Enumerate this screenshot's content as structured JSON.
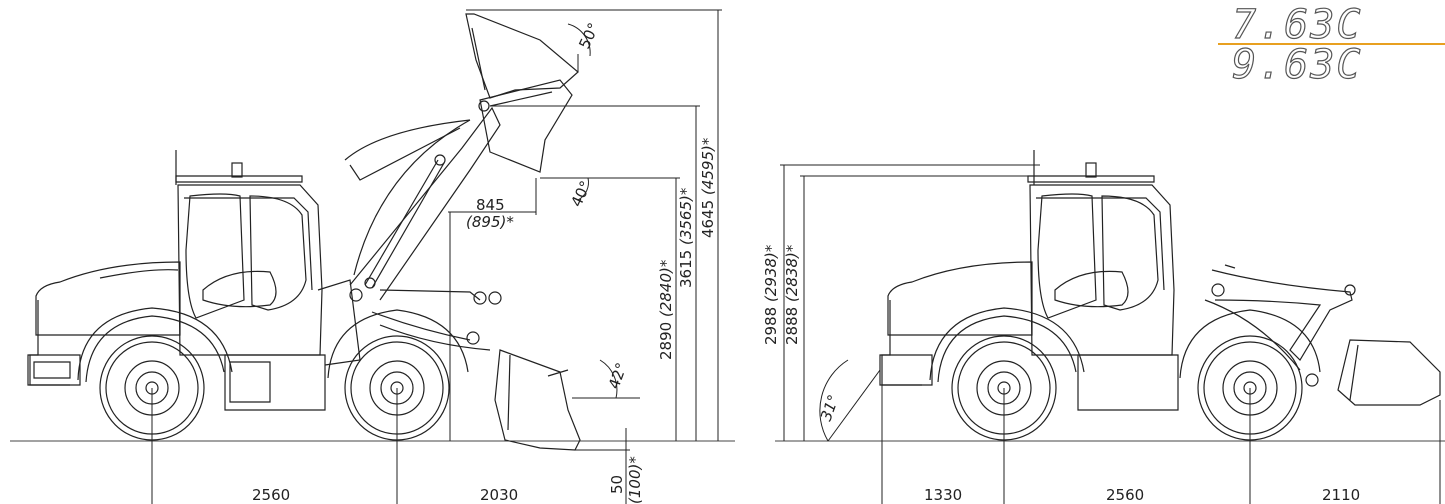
{
  "models": {
    "top": "7.63C",
    "bottom": "9.63C"
  },
  "colors": {
    "accent": "#e8a020",
    "line": "#222222",
    "outline": "#555555"
  },
  "left_view": {
    "angle_bucket_top": "50°",
    "angle_dump": "40°",
    "angle_bucket_ground": "42°",
    "reach_main": "845",
    "reach_alt": "(895)*",
    "dump_height_main": "2890",
    "dump_height_alt": "(2840)*",
    "pivot_height_main": "3615",
    "pivot_height_alt": "(3565)*",
    "max_height_main": "4645",
    "max_height_alt": "(4595)*",
    "dig_depth_main": "50",
    "dig_depth_alt": "(100)*",
    "wheelbase": "2560",
    "front_overhang": "2030"
  },
  "right_view": {
    "height_top_main": "2988",
    "height_top_alt": "(2938)*",
    "height_cab_main": "2888",
    "height_cab_alt": "(2838)*",
    "departure_angle": "31°",
    "rear_overhang": "1330",
    "wheelbase": "2560",
    "front_length": "2110"
  }
}
